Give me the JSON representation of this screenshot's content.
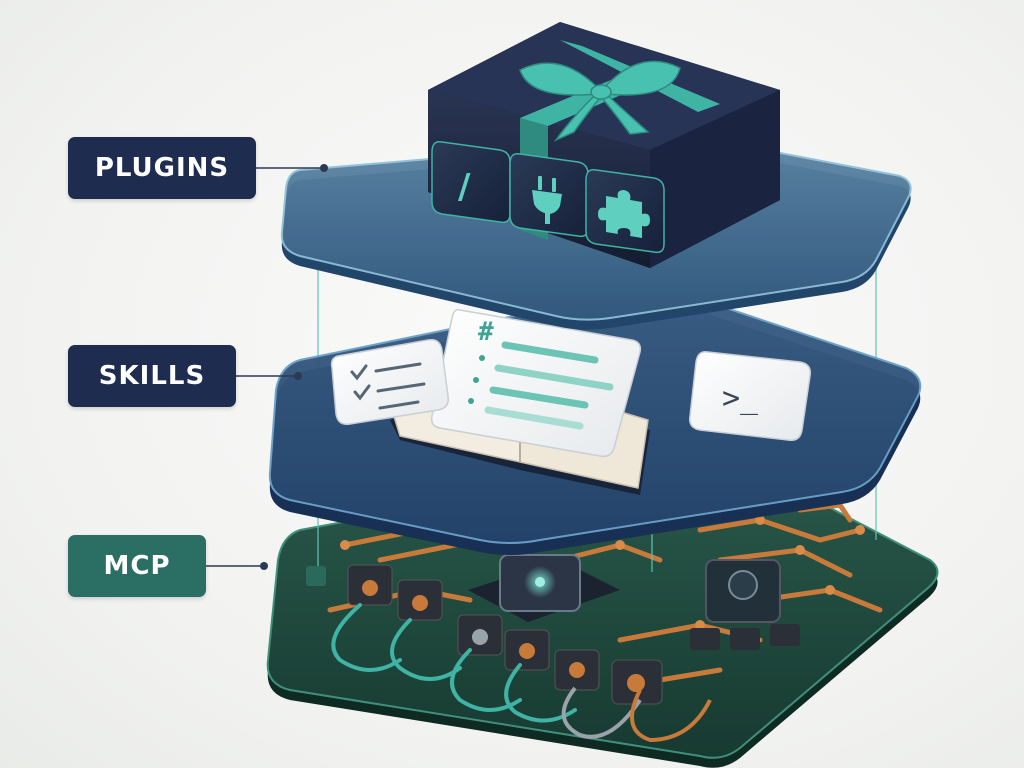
{
  "layers": [
    {
      "id": "plugins",
      "label": "PLUGINS",
      "color": "#1e2d4f"
    },
    {
      "id": "skills",
      "label": "SKILLS",
      "color": "#1e2d4f"
    },
    {
      "id": "mcp",
      "label": "MCP",
      "color": "#2b6e63"
    }
  ],
  "plugin_tiles": [
    {
      "icon": "slash-command-icon",
      "glyph": "/"
    },
    {
      "icon": "plug-icon",
      "glyph": ""
    },
    {
      "icon": "puzzle-icon",
      "glyph": ""
    }
  ],
  "skills_items": {
    "markdown_glyph": "#",
    "terminal_glyph": ">_",
    "checklist_icon": "checklist-icon",
    "book_icon": "open-book-icon"
  },
  "colors": {
    "navy": "#1e2d4f",
    "teal": "#3fb3a4",
    "copper": "#c87a3a",
    "board_green": "#1f4a3e"
  }
}
